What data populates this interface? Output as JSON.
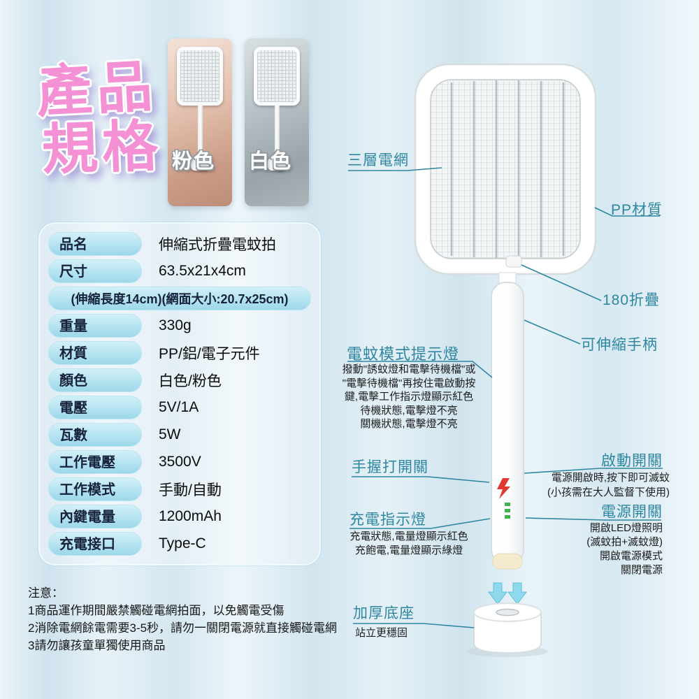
{
  "title": {
    "line1": "產品",
    "line2": "規格"
  },
  "swatches": {
    "pink": {
      "label": "粉色"
    },
    "white": {
      "label": "白色"
    }
  },
  "spec_table": {
    "rows": [
      {
        "label": "品名",
        "value": "伸縮式折疊電蚊拍"
      },
      {
        "label": "尺寸",
        "value": "63.5x21x4cm"
      },
      {
        "label": "重量",
        "value": "330g"
      },
      {
        "label": "材質",
        "value": "PP/鋁/電子元件"
      },
      {
        "label": "顏色",
        "value": "白色/粉色"
      },
      {
        "label": "電壓",
        "value": "5V/1A"
      },
      {
        "label": "瓦數",
        "value": "5W"
      },
      {
        "label": "工作電壓",
        "value": "3500V"
      },
      {
        "label": "工作模式",
        "value": "手動/自動"
      },
      {
        "label": "內鍵電量",
        "value": "1200mAh"
      },
      {
        "label": "充電接口",
        "value": "Type-C"
      }
    ],
    "size_note": "(伸縮長度14cm)(網面大小:20.7x25cm)"
  },
  "notes": {
    "heading": "注意：",
    "items": [
      "1商品運作期間嚴禁觸碰電網拍面，以免觸電受傷",
      "2消除電網餘電需要3-5秒，請勿一關閉電源就直接觸碰電網",
      "3請勿讓孩童單獨使用商品"
    ]
  },
  "annotations": {
    "net_label": "三層電網",
    "pp_label": "PP材質",
    "fold_label": "180折疊",
    "handle_label": "可伸縮手柄",
    "mode_label": "電蚊模式提示燈",
    "mode_desc": [
      "撥動\"誘蚊燈和電擊待機檔\"或",
      "\"電擊待機檔\"再按住電啟動按",
      "鍵,電擊工作指示燈顯示紅色",
      "待機狀態,電擊燈不亮",
      "關機狀態,電擊燈不亮"
    ],
    "grip_label": "手握打開關",
    "start_label": "啟動開關",
    "start_desc": [
      "電源開啟時,按下即可滅蚊",
      "(小孩需在大人監督下使用)"
    ],
    "charge_label": "充電指示燈",
    "charge_desc": [
      "充電狀態,電量燈顯示紅色",
      "充飽電,電量燈顯示綠燈"
    ],
    "power_label": "電源開關",
    "power_desc": [
      "開啟LED燈照明",
      "(滅蚊拍+滅蚊燈)",
      "開啟電源模式",
      "關閉電源"
    ],
    "base_label": "加厚底座",
    "base_desc": "站立更穩固"
  },
  "colors": {
    "accent_teal": "#2e86a1",
    "pill_blue": "#9cd8ea",
    "title_pink": "#f491d5"
  }
}
